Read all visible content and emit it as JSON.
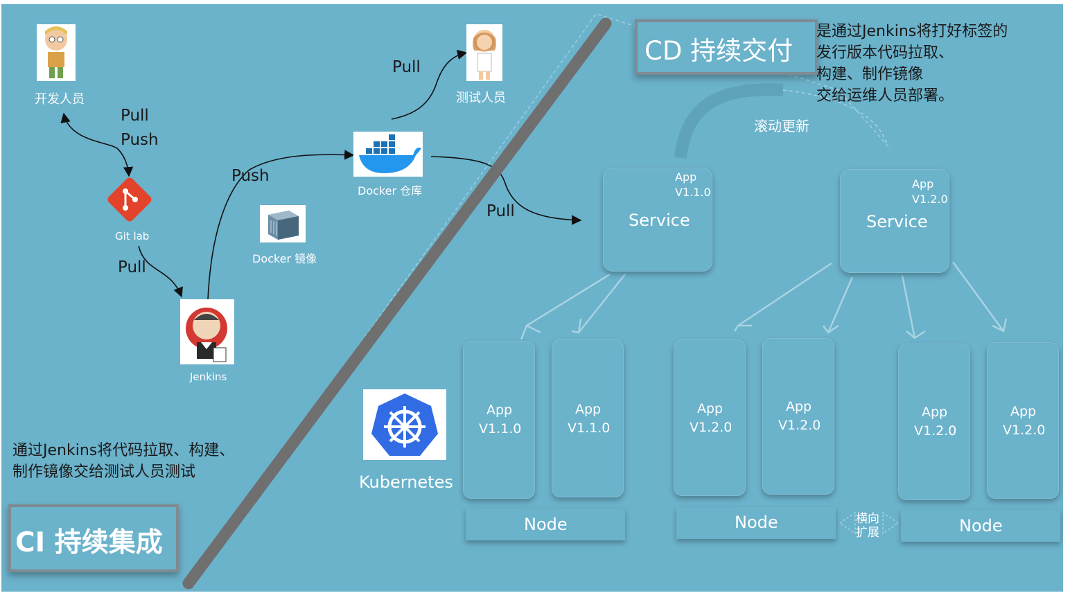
{
  "ci": {
    "title": "CI 持续集成",
    "description_line1": "通过Jenkins将代码拉取、构建、",
    "description_line2": "制作镜像交给测试人员测试",
    "developer_label": "开发人员",
    "gitlab_label": "Git lab",
    "jenkins_label": "Jenkins",
    "docker_image_label": "Docker 镜像",
    "docker_registry_label": "Docker 仓库",
    "tester_label": "测试人员",
    "edge_pull_push_1": "Pull",
    "edge_pull_push_2": "Push",
    "edge_pull_gitlab_jenkins": "Pull",
    "edge_push_registry": "Push",
    "edge_pull_tester": "Pull"
  },
  "cd": {
    "title": "CD 持续交付",
    "description_lines": [
      "是通过Jenkins将打好标签的",
      "发行版本代码拉取、",
      "构建、制作镜像",
      "交给运维人员部署。"
    ],
    "rolling_update_label": "滚动更新",
    "edge_pull_service": "Pull",
    "kubernetes_label": "Kubernetes",
    "scale_label_line1": "横向",
    "scale_label_line2": "扩展",
    "services": [
      {
        "app": "App",
        "version": "V1.1.0",
        "name": "Service"
      },
      {
        "app": "App",
        "version": "V1.2.0",
        "name": "Service"
      }
    ],
    "pods": [
      {
        "app": "App",
        "version": "V1.1.0"
      },
      {
        "app": "App",
        "version": "V1.1.0"
      },
      {
        "app": "App",
        "version": "V1.2.0"
      },
      {
        "app": "App",
        "version": "V1.2.0"
      },
      {
        "app": "App",
        "version": "V1.2.0"
      },
      {
        "app": "App",
        "version": "V1.2.0"
      }
    ],
    "nodes": [
      "Node",
      "Node",
      "Node"
    ]
  },
  "colors": {
    "background": "#6bb2cb",
    "divider": "#6f6f6f",
    "gitlab_orange": "#e2432a",
    "kubernetes_blue": "#326ce5",
    "docker_blue": "#2396ed"
  }
}
